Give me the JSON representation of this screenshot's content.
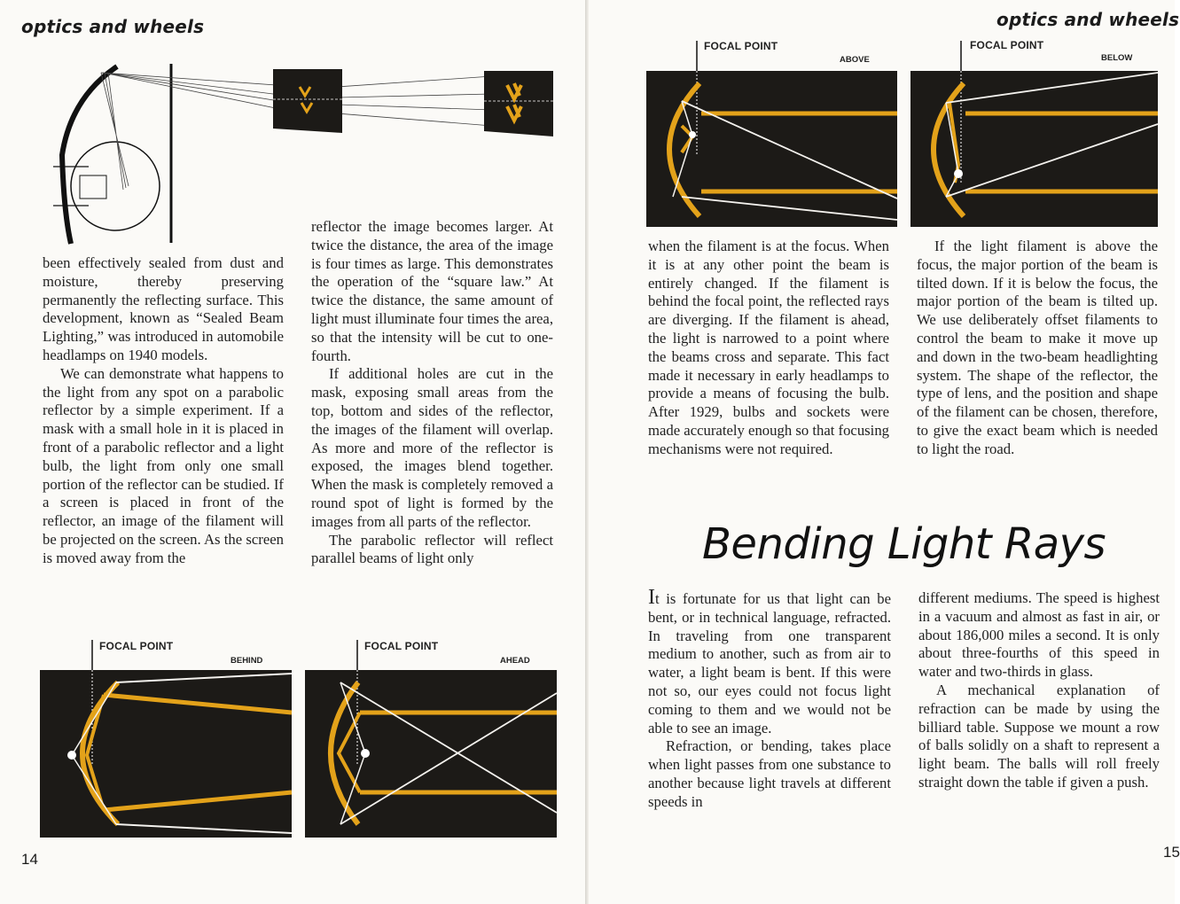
{
  "running_heads": {
    "left": "optics and wheels",
    "right": "optics and wheels"
  },
  "page_numbers": {
    "left": "14",
    "right": "15"
  },
  "section_title": "Bending Light Rays",
  "left_page": {
    "col1": [
      "been effectively sealed from dust and moisture, thereby preserving permanently the reflecting surface. This development, known as “Sealed Beam Lighting,” was introduced in automobile headlamps on 1940 models.",
      "We can demonstrate what happens to the light from any spot on a parabolic reflector by a simple experiment. If a mask with a small hole in it is placed in front of a parabolic reflector and a light bulb, the light from only one small portion of the reflector can be studied. If a screen is placed in front of the reflector, an image of the filament will be projected on the screen. As the screen is moved away from the"
    ],
    "col2": [
      "reflector the image becomes larger. At twice the distance, the area of the image is four times as large. This demonstrates the operation of the “square law.” At twice the distance, the same amount of light must illuminate four times the area, so that the intensity will be cut to one-fourth.",
      "If additional holes are cut in the mask, exposing small areas from the top, bottom and sides of the reflector, the images of the filament will overlap. As more and more of the reflector is exposed, the images blend together. When the mask is completely removed a round spot of light is formed by the images from all parts of the reflector.",
      "The parabolic reflector will reflect parallel beams of light only"
    ]
  },
  "right_page": {
    "col1": [
      "when the filament is at the focus. When it is at any other point the beam is entirely changed. If the filament is behind the focal point, the reflected rays are diverging. If the filament is ahead, the light is narrowed to a point where the beams cross and separate. This fact made it necessary in early headlamps to provide a means of focusing the bulb. After 1929, bulbs and sockets were made accurately enough so that focusing mechanisms were not required."
    ],
    "col2": [
      "If the light filament is above the focus, the major portion of the beam is tilted down. If it is below the focus, the major portion of the beam is tilted up. We use deliberately offset filaments to control the beam to make it move up and down in the two-beam headlighting system. The shape of the reflector, the type of lens, and the position and shape of the filament can be chosen, therefore, to give the exact beam which is needed to light the road."
    ],
    "col3_dropcap": "I",
    "col3": [
      "t is fortunate for us that light can be bent, or in technical language, refracted. In traveling from one transparent medium to another, such as from air to water, a light beam is bent. If this were not so, our eyes could not focus light coming to them and we would not be able to see an image.",
      "Refraction, or bending, takes place when light passes from one substance to another because light travels at different speeds in"
    ],
    "col4": [
      "different mediums. The speed is highest in a vacuum and almost as fast in air, or about 186,000 miles a second. It is only about three-fourths of this speed in water and two-thirds in glass.",
      "A mechanical explanation of refraction can be made by using the billiard table. Suppose we mount a row of balls solidly on a shaft to represent a light beam. The balls will roll freely straight down the table if given a push."
    ]
  },
  "diagrams": {
    "behind": {
      "label": "FOCAL POINT",
      "sub": "BEHIND"
    },
    "ahead": {
      "label": "FOCAL POINT",
      "sub": "AHEAD"
    },
    "above": {
      "label": "FOCAL POINT",
      "sub": "ABOVE"
    },
    "below": {
      "label": "FOCAL POINT",
      "sub": "BELOW"
    }
  },
  "colors": {
    "beam": "#e3a21a",
    "panel": "#1c1a17",
    "ray": "#f4f2ee"
  }
}
